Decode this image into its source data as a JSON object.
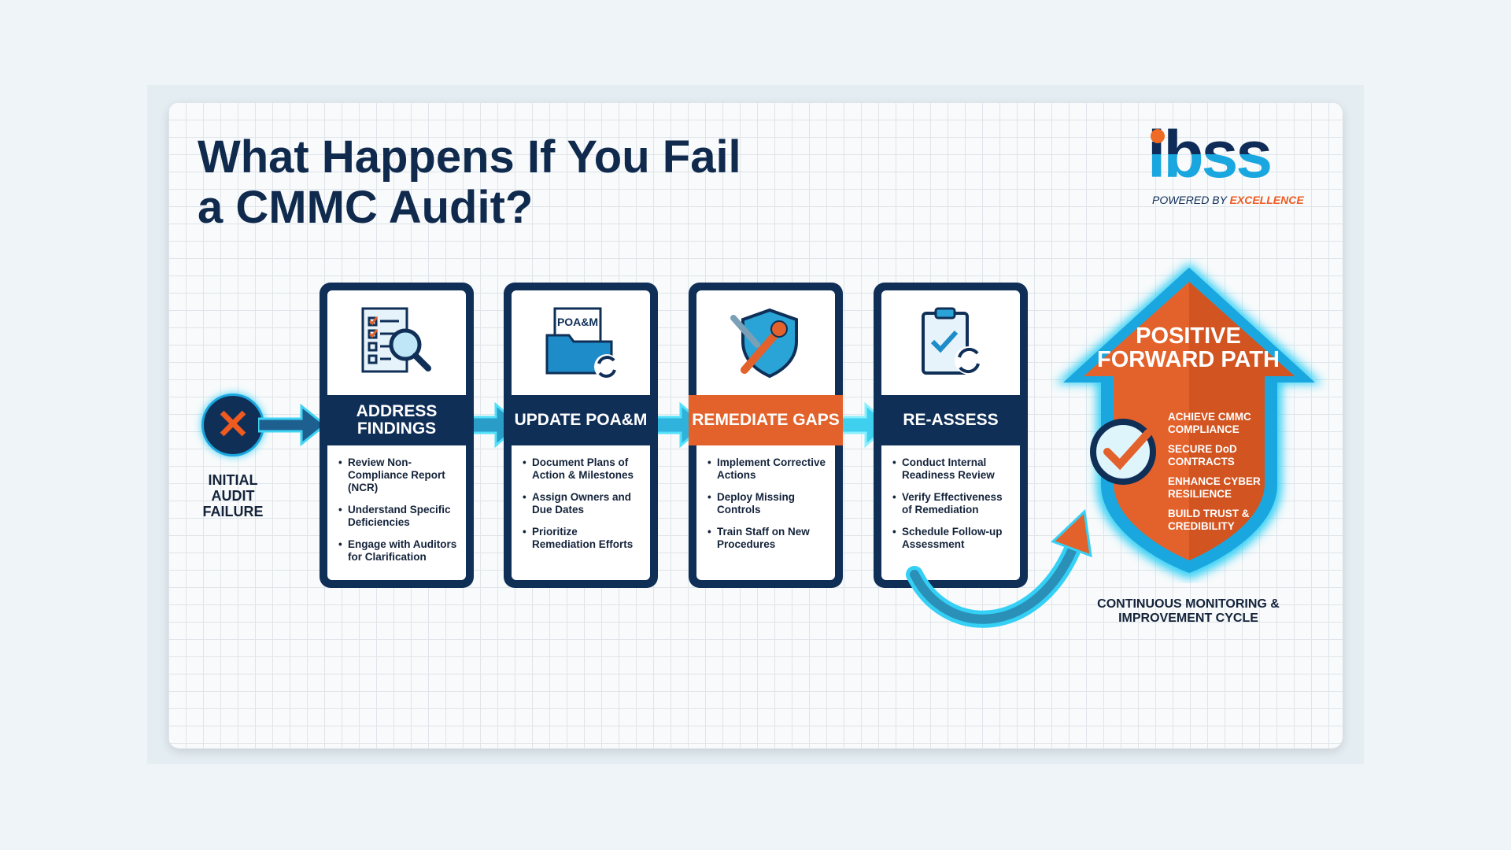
{
  "title": {
    "line1": "What Happens If You Fail",
    "line2": "a CMMC Audit?"
  },
  "logo": {
    "name": "ibss",
    "tagline_prefix": "POWERED BY",
    "tagline_accent": "EXCELLENCE"
  },
  "start": {
    "label": "INITIAL AUDIT FAILURE",
    "icon": "x-icon"
  },
  "steps": [
    {
      "title": "ADDRESS FINDINGS",
      "icon": "checklist-magnifier-icon",
      "items": [
        "Review Non-Compliance Report (NCR)",
        "Understand Specific Deficiencies",
        "Engage with Auditors for Clarification"
      ]
    },
    {
      "title": "UPDATE POA&M",
      "icon": "folder-refresh-icon",
      "icon_text": "POA&M",
      "items": [
        "Document Plans of Action & Milestones",
        "Assign Owners and Due Dates",
        "Prioritize Remediation Efforts"
      ]
    },
    {
      "title": "REMEDIATE GAPS",
      "icon": "wrench-shield-icon",
      "items": [
        "Implement Corrective Actions",
        "Deploy Missing Controls",
        "Train Staff on New Procedures"
      ]
    },
    {
      "title": "RE-ASSESS",
      "icon": "clipboard-refresh-icon",
      "items": [
        "Conduct Internal Readiness Review",
        "Verify Effectiveness of Remediation",
        "Schedule Follow-up Assessment"
      ]
    }
  ],
  "outcome": {
    "title": "POSITIVE FORWARD PATH",
    "benefits": [
      "ACHIEVE CMMC COMPLIANCE",
      "SECURE DoD CONTRACTS",
      "ENHANCE CYBER RESILIENCE",
      "BUILD TRUST & CREDIBILITY"
    ]
  },
  "caption": "CONTINUOUS MONITORING & IMPROVEMENT CYCLE",
  "colors": {
    "navy": "#0f2f57",
    "orange": "#e3612a",
    "cyan": "#1aa7df"
  }
}
